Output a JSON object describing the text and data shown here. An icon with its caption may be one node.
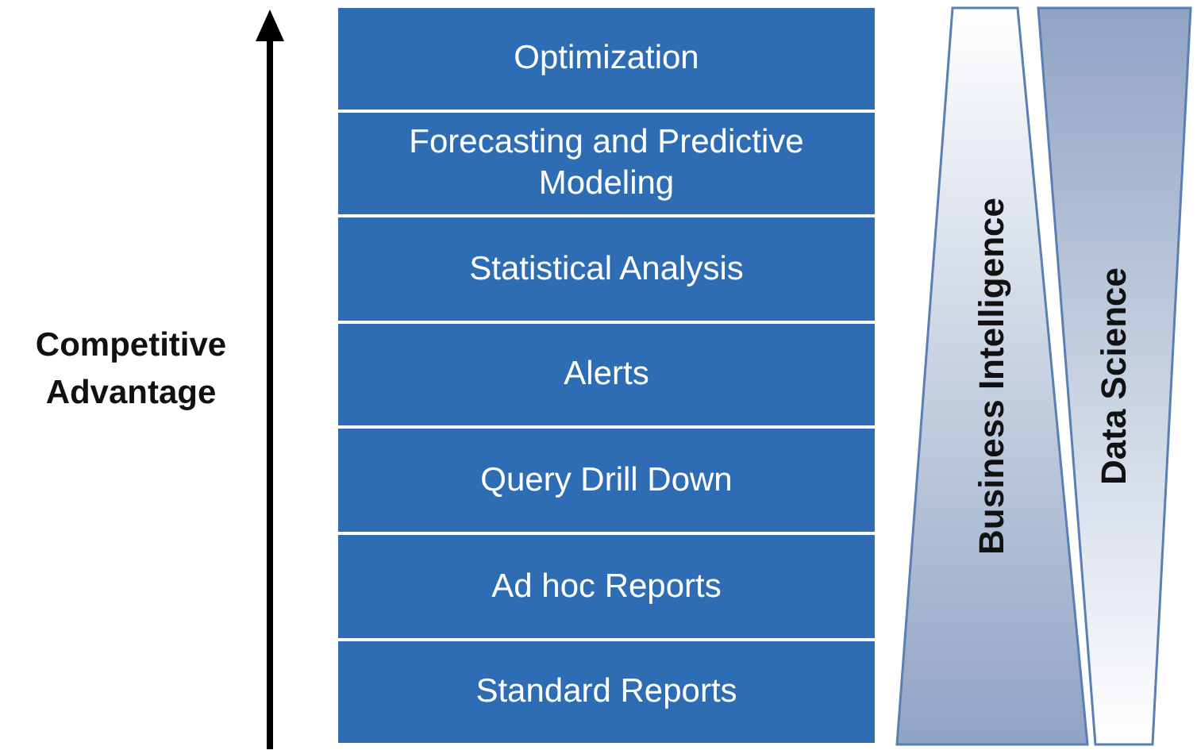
{
  "diagram": {
    "nodes": [
      {
        "text": [
          "Optimization"
        ]
      },
      {
        "text": [
          "Forecasting and Predictive Modeling"
        ]
      },
      {
        "text": [
          "Statistical Analysis"
        ]
      },
      {
        "text": [
          "Alerts"
        ]
      },
      {
        "text": [
          "Query Drill Down"
        ]
      },
      {
        "text": [
          "Ad hoc Reports"
        ]
      },
      {
        "text": [
          "Standard Reports"
        ]
      },
      {
        "text": [
          "Business Intelligence"
        ]
      },
      {
        "text": [
          "Data Science"
        ]
      }
    ],
    "edges": [],
    "labels": [
      "Competitive Advantage"
    ]
  }
}
